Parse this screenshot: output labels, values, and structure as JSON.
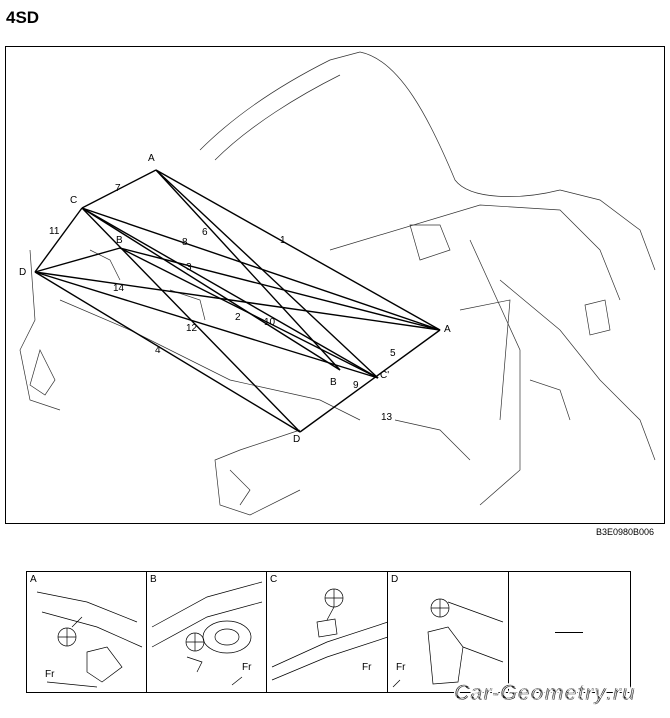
{
  "header": {
    "title": "4SD"
  },
  "main_diagram": {
    "code": "B3E0980B006",
    "points": [
      "A",
      "C",
      "B",
      "D",
      "A",
      "C'",
      "B",
      "D"
    ],
    "measurements": [
      "1",
      "2",
      "3",
      "4",
      "5",
      "6",
      "7",
      "8",
      "9",
      "10",
      "11",
      "12",
      "13",
      "14"
    ]
  },
  "details": [
    {
      "letter": "A",
      "fr": "Fr"
    },
    {
      "letter": "B",
      "fr": "Fr"
    },
    {
      "letter": "C",
      "fr": "Fr"
    },
    {
      "letter": "D",
      "fr": "Fr"
    }
  ],
  "empty_cell_text": "—",
  "logo": {
    "text": "CarGeometry"
  }
}
